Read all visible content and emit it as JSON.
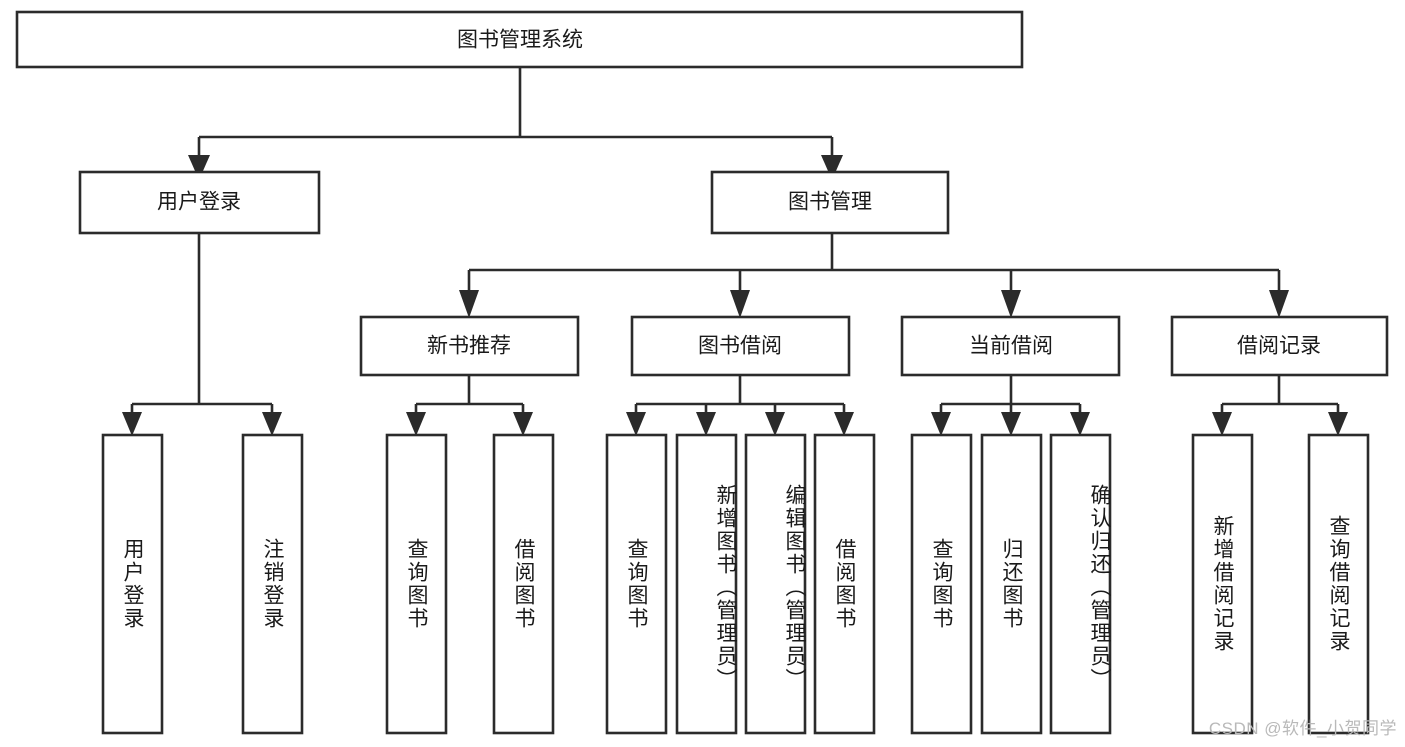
{
  "diagram": {
    "type": "hierarchy-tree",
    "title": "图书管理系统",
    "root": {
      "label": "图书管理系统",
      "level": 1
    },
    "level2": [
      {
        "label": "用户登录"
      },
      {
        "label": "图书管理"
      }
    ],
    "level3": [
      {
        "label": "新书推荐",
        "parent": "图书管理"
      },
      {
        "label": "图书借阅",
        "parent": "图书管理"
      },
      {
        "label": "当前借阅",
        "parent": "图书管理"
      },
      {
        "label": "借阅记录",
        "parent": "图书管理"
      }
    ],
    "leaves": {
      "user_login": [
        {
          "label": "用户登录"
        },
        {
          "label": "注销登录"
        }
      ],
      "new_book": [
        {
          "label": "查询图书"
        },
        {
          "label": "借阅图书"
        }
      ],
      "book_borrow": [
        {
          "label": "查询图书"
        },
        {
          "label": "新增图书（管理员）"
        },
        {
          "label": "编辑图书（管理员）"
        },
        {
          "label": "借阅图书"
        }
      ],
      "current_borrow": [
        {
          "label": "查询图书"
        },
        {
          "label": "归还图书"
        },
        {
          "label": "确认归还（管理员）"
        }
      ],
      "borrow_record": [
        {
          "label": "新增借阅记录"
        },
        {
          "label": "查询借阅记录"
        }
      ]
    }
  },
  "watermark": {
    "text": "CSDN @软件_小贺同学"
  },
  "colors": {
    "stroke": "#2b2b2b",
    "fill": "#ffffff",
    "text": "#1a1a1a",
    "watermark": "#b9b9b9"
  }
}
